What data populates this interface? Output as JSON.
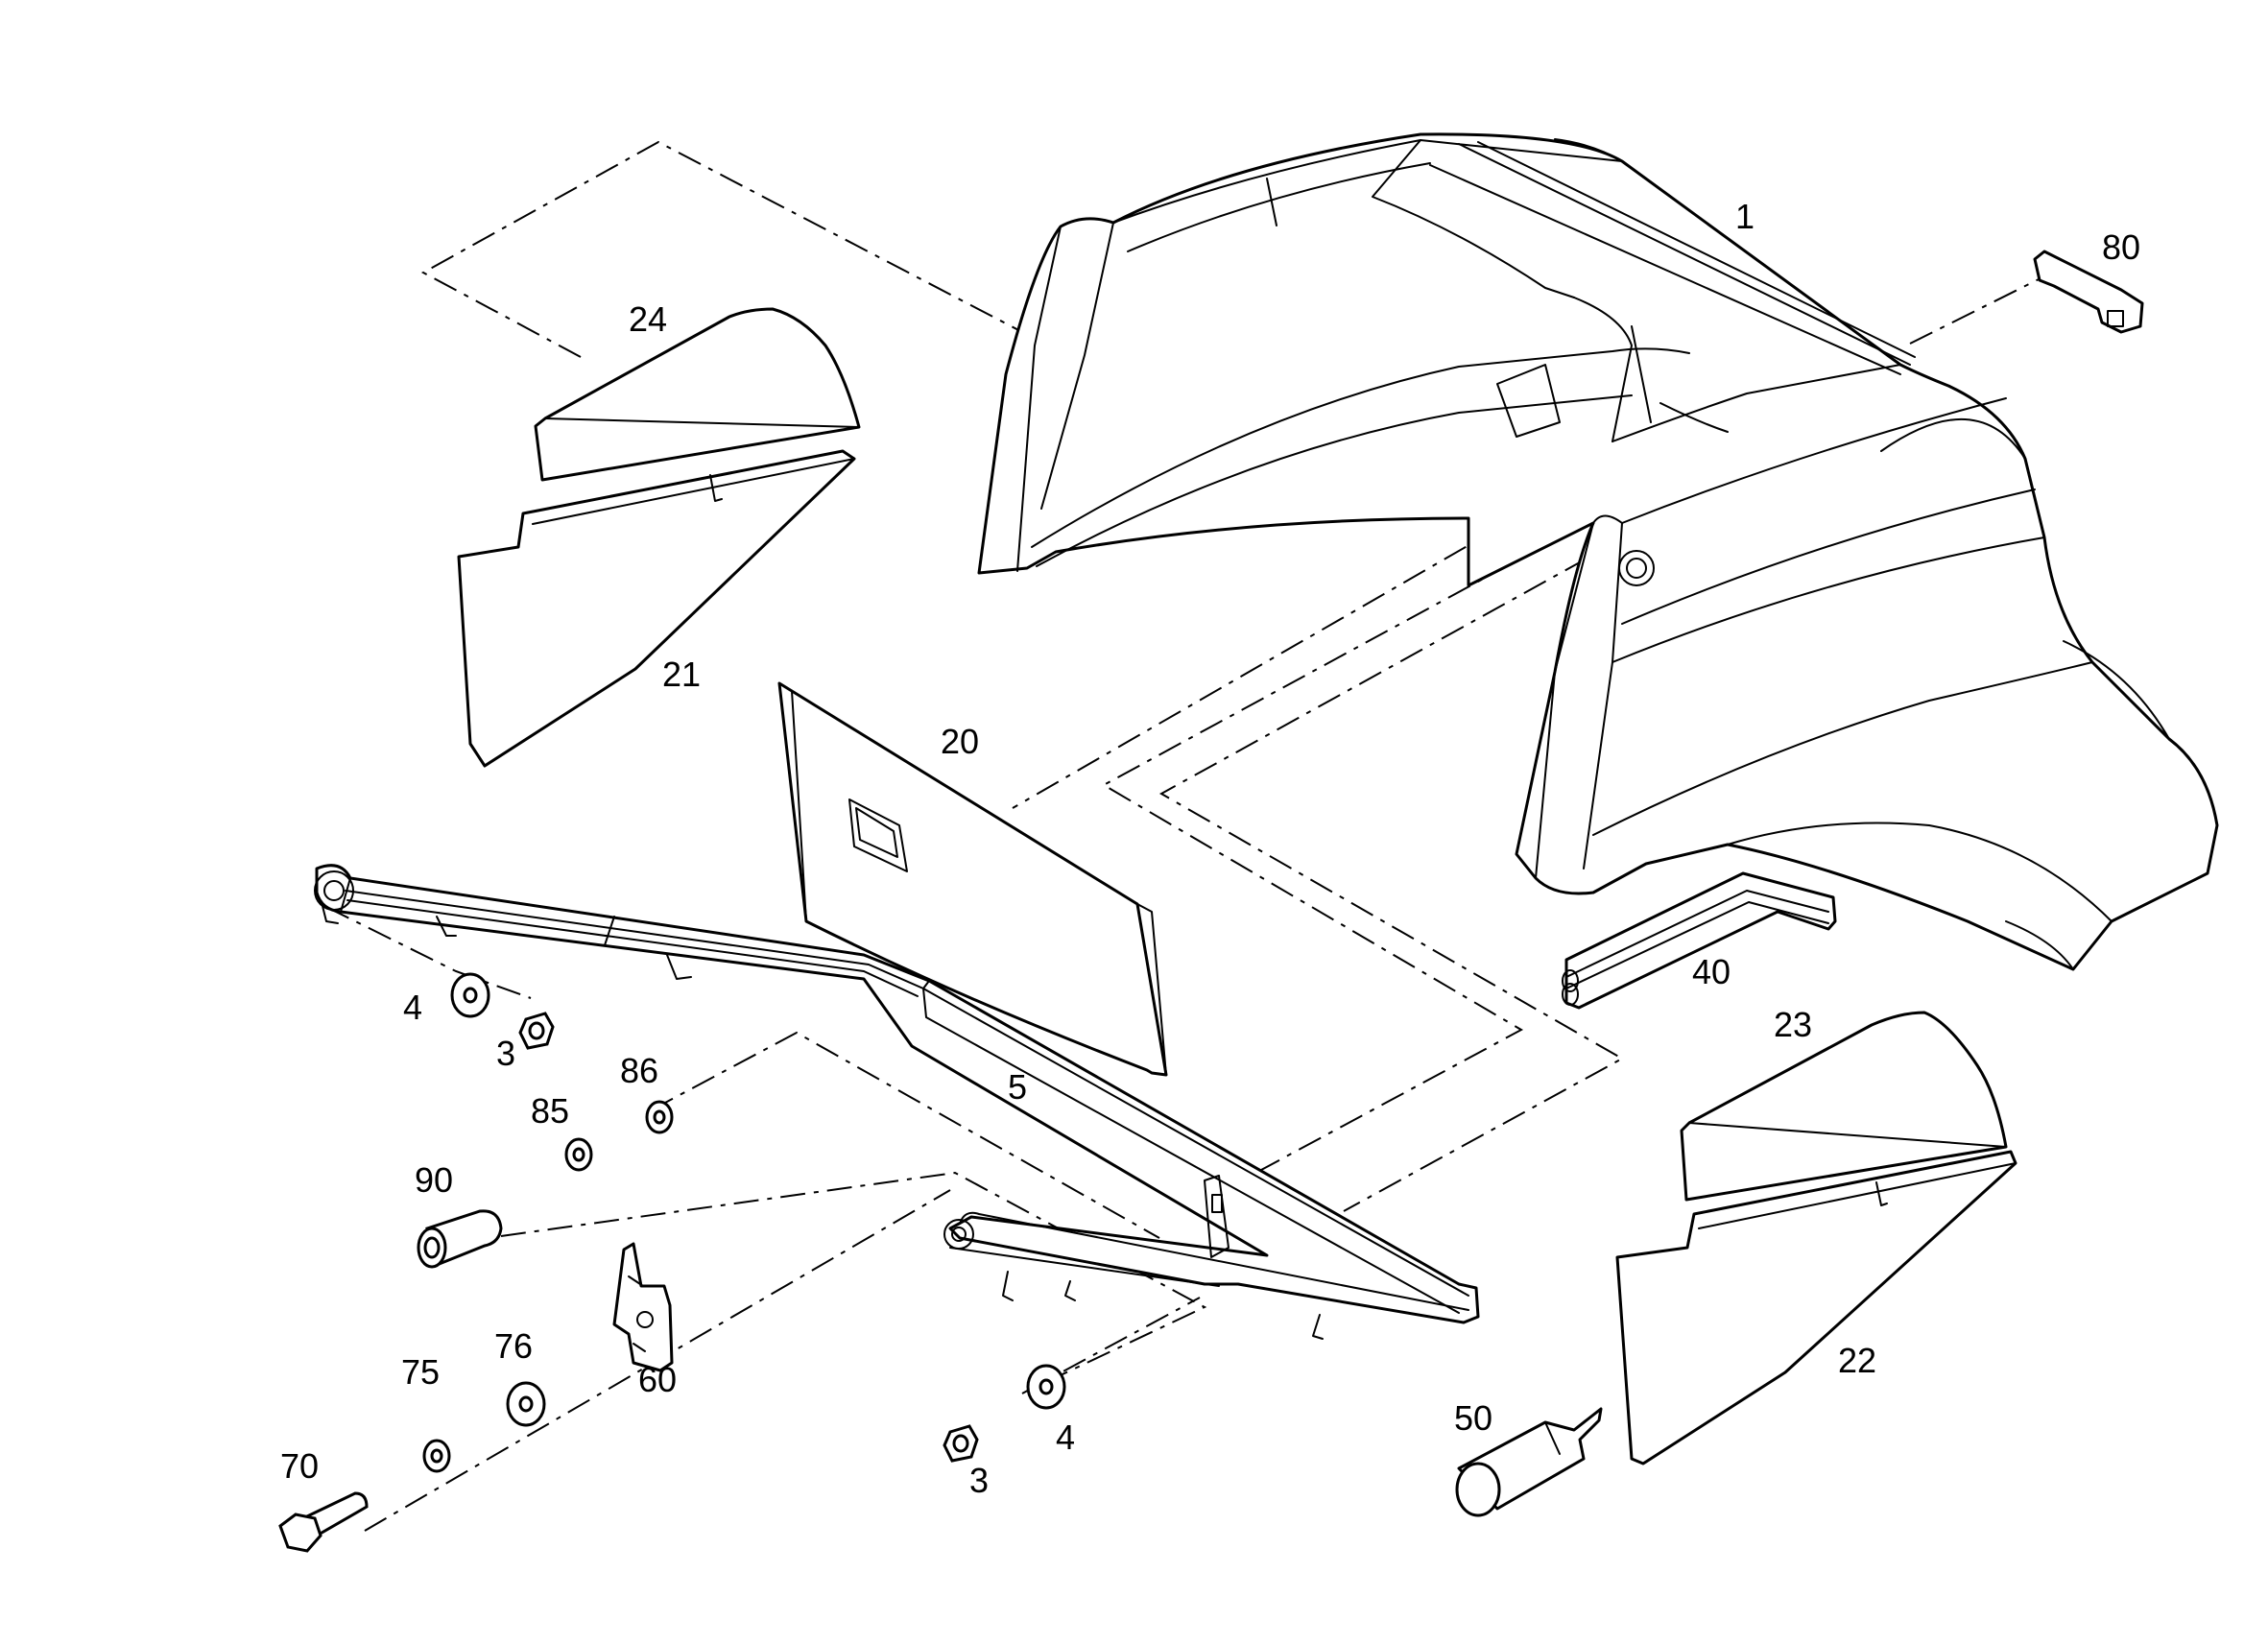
{
  "callouts": {
    "c1": "1",
    "c3a": "3",
    "c3b": "3",
    "c4a": "4",
    "c4b": "4",
    "c5": "5",
    "c20": "20",
    "c21": "21",
    "c22": "22",
    "c23": "23",
    "c24": "24",
    "c40": "40",
    "c50": "50",
    "c60": "60",
    "c70": "70",
    "c75": "75",
    "c76": "76",
    "c80": "80",
    "c85": "85",
    "c86": "86",
    "c90": "90"
  }
}
